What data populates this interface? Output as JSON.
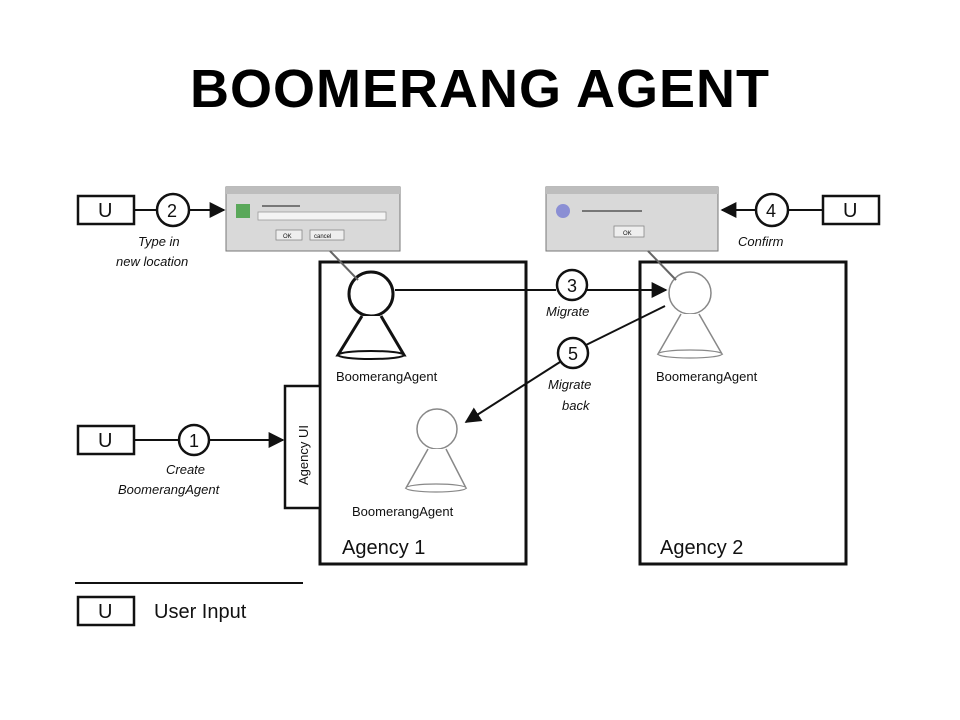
{
  "title": "BOOMERANG AGENT",
  "diagram": {
    "user_box": "U",
    "steps": [
      {
        "num": "1",
        "caption_lines": [
          "Create",
          "BoomerangAgent"
        ]
      },
      {
        "num": "2",
        "caption_lines": [
          "Type in",
          "new location"
        ]
      },
      {
        "num": "3",
        "caption_lines": [
          "Migrate"
        ]
      },
      {
        "num": "4",
        "caption_lines": [
          "Confirm"
        ]
      },
      {
        "num": "5",
        "caption_lines": [
          "Migrate",
          "back"
        ]
      }
    ],
    "agency_ui": "Agency UI",
    "agent_labels": [
      "BoomerangAgent",
      "BoomerangAgent",
      "BoomerangAgent"
    ],
    "agencies": [
      "Agency 1",
      "Agency 2"
    ],
    "dialogs": {
      "left": {
        "ok": "OK",
        "cancel": "cancel"
      },
      "right": {
        "ok": "OK"
      }
    },
    "legend": {
      "box": "U",
      "label": "User Input"
    }
  }
}
